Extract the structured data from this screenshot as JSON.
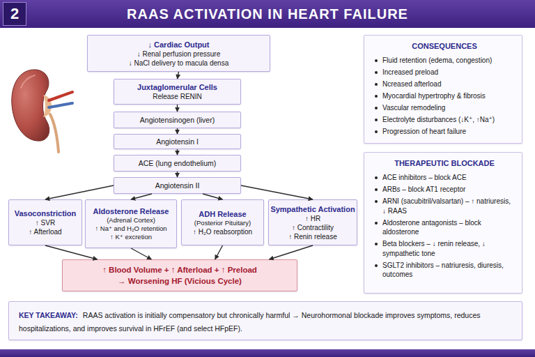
{
  "diagram": {
    "title": "RAAS ACTIVATION IN HEART FAILURE",
    "nodes": [
      {
        "text": [
          "↓ Cardiac Output",
          "↓ Renal perfusion pressure",
          "↓ NaCl delivery to macula densa"
        ]
      },
      {
        "text": [
          "Juxtaglomerular Cells",
          "Release RENIN"
        ]
      },
      {
        "text": [
          "Angiotensinogen (liver)"
        ]
      },
      {
        "text": [
          "Angiotensin I"
        ]
      },
      {
        "text": [
          "ACE (lung endothelium)"
        ]
      },
      {
        "text": [
          "Angiotensin II"
        ]
      },
      {
        "text": [
          "Vasoconstriction",
          "↑ SVR",
          "↑ Afterload"
        ]
      },
      {
        "text": [
          "Aldosterone Release",
          "(Adrenal Cortex)",
          "↑ Na⁺ and H₂O retention",
          "↑ K⁺ excretion"
        ]
      },
      {
        "text": [
          "ADH Release",
          "(Posterior Pituitary)",
          "↑ H₂O reabsorption"
        ]
      },
      {
        "text": [
          "Sympathetic Activation",
          "↑ HR",
          "↑ Contractility",
          "↑ Renin release"
        ]
      },
      {
        "text": [
          "↑ Blood Volume + ↑ Afterload + ↑ Preload",
          "→ Worsening HF (Vicious Cycle)"
        ]
      },
      {
        "text": [
          "CONSEQUENCES",
          "Fluid retention (edema, congestion)",
          "Increased preload",
          "Ncreased afterload",
          "Myocardial hypertrophy & fibrosis",
          "Vascular remodeling",
          "Electrolyte disturbances (↓K⁺, ↑Na⁺)",
          "Progression of heart failure"
        ]
      },
      {
        "text": [
          "THERAPEUTIC BLOCKADE",
          "ACE inhibitors – block ACE",
          "ARBs – block AT1 receptor",
          "ARNI (sacubitril/valsartan) – ↑ natriuresis, ↓ RAAS",
          "Aldosterone antagonists – block aldosterone",
          "Beta blockers – ↓ renin release, ↓ sympathetic tone",
          "SGLT2 inhibitors – natriuresis, diuresis, outcomes"
        ]
      },
      {
        "text": [
          "KEY TAKEAWAY:",
          "RAAS activation is initially compensatory but chronically harmful → Neurohormonal blockade improves symptoms, reduces hospitalizations, and improves survival in HFrEF (and select HFpEF)."
        ]
      }
    ],
    "edges": [
      {
        "from": 0,
        "to": 1,
        "arrow": "to"
      },
      {
        "from": 1,
        "to": 2,
        "arrow": "to"
      },
      {
        "from": 2,
        "to": 3,
        "arrow": "to"
      },
      {
        "from": 3,
        "to": 4,
        "arrow": "to"
      },
      {
        "from": 4,
        "to": 5,
        "arrow": "to"
      },
      {
        "from": 5,
        "to": 6,
        "arrow": "to"
      },
      {
        "from": 5,
        "to": 7,
        "arrow": "to"
      },
      {
        "from": 5,
        "to": 8,
        "arrow": "to"
      },
      {
        "from": 5,
        "to": 9,
        "arrow": "to"
      },
      {
        "from": 6,
        "to": 10,
        "arrow": "to"
      },
      {
        "from": 7,
        "to": 10,
        "arrow": "to"
      },
      {
        "from": 8,
        "to": 10,
        "arrow": "to"
      },
      {
        "from": 9,
        "to": 10,
        "arrow": "to"
      }
    ],
    "labels": [
      "2"
    ]
  }
}
